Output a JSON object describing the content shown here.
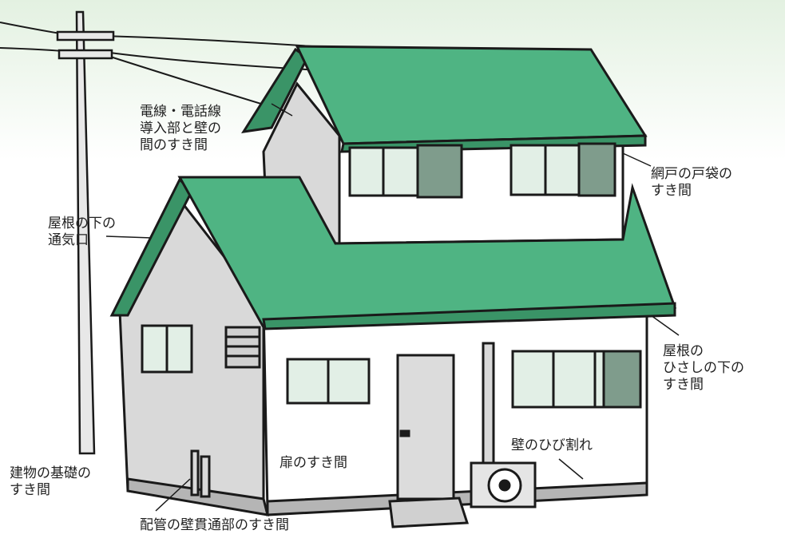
{
  "colors": {
    "roof": "#4fb483",
    "roof_dark": "#3a9467",
    "wall": "#ffffff",
    "wall_shade": "#d9d9d9",
    "window_glass": "#e2efe6",
    "window_dark": "#7f9c8c",
    "outline": "#1a1a1a",
    "bg_top": "#e6f3e4"
  },
  "labels": {
    "wire_gap": [
      "電線・電話線",
      "導入部と壁の",
      "間のすき間"
    ],
    "screen_gap": [
      "網戸の戸袋の",
      "すき間"
    ],
    "vent": [
      "屋根の下の",
      "通気口"
    ],
    "eave_gap": [
      "屋根の",
      "ひさしの下の",
      "すき間"
    ],
    "crack": [
      "壁のひび割れ"
    ],
    "foundation": [
      "建物の基礎の",
      "すき間"
    ],
    "door_gap": [
      "扉のすき間"
    ],
    "pipe_gap": [
      "配管の壁貫通部のすき間"
    ]
  }
}
